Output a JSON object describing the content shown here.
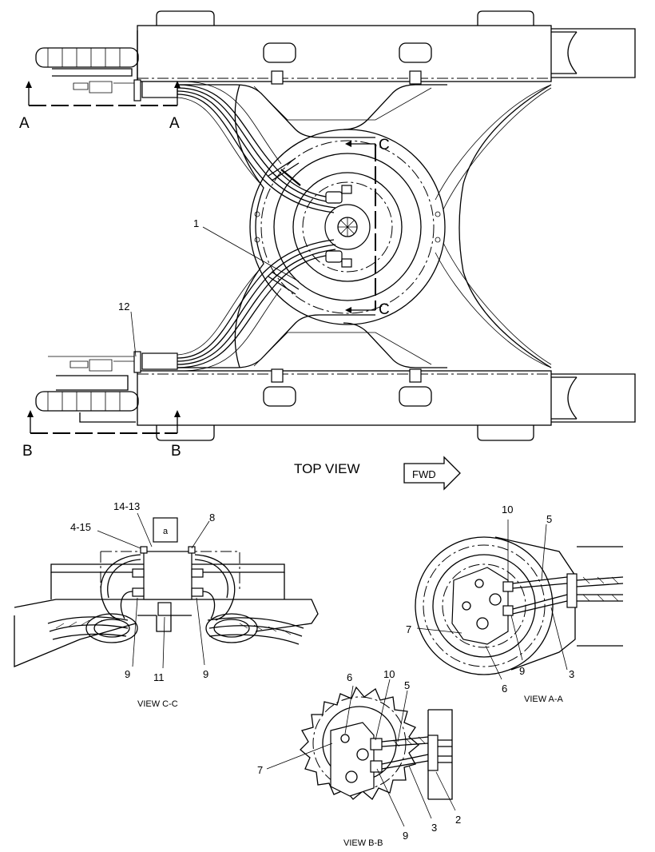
{
  "labels": {
    "top_view": "TOP VIEW",
    "fwd": "FWD",
    "view_cc": "VIEW C-C",
    "view_aa": "VIEW A-A",
    "view_bb": "VIEW B-B",
    "section_a": "A",
    "section_b": "B",
    "section_c": "C"
  },
  "callouts": {
    "top": {
      "c1": "1",
      "c12": "12"
    },
    "view_cc": {
      "c14_13": "14-13",
      "c4_15": "4-15",
      "c8": "8",
      "c9a": "9",
      "c11": "11",
      "c9b": "9"
    },
    "view_aa": {
      "c10": "10",
      "c5": "5",
      "c7": "7",
      "c9": "9",
      "c3": "3",
      "c6": "6"
    },
    "view_bb": {
      "c6": "6",
      "c10": "10",
      "c5": "5",
      "c7": "7",
      "c9": "9",
      "c3": "3",
      "c2": "2"
    }
  }
}
